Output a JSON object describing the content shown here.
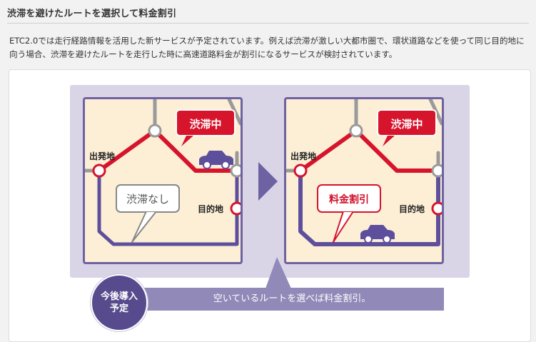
{
  "title": "渋滞を避けたルートを選択して料金割引",
  "description": "ETC2.0では走行経路情報を活用した新サービスが予定されています。例えば渋滞が激しい大都市圏で、環状道路などを使って同じ目的地に向う場合、渋滞を避けたルートを走行した時に高速道路料金が割引になるサービスが検討されています。",
  "diagram": {
    "left_map": {
      "congestion_label": "渋滞中",
      "origin_label": "出発地",
      "destination_label": "目的地",
      "bubble_label": "渋滞なし"
    },
    "right_map": {
      "congestion_label": "渋滞中",
      "origin_label": "出発地",
      "destination_label": "目的地",
      "bubble_label": "料金割引"
    },
    "badge_label": "今後導入\n予定",
    "banner_text": "空いているルートを選べば料金割引。"
  },
  "colors": {
    "congested_route": "#d6142c",
    "alt_route": "#5e4f9c",
    "map_background": "#fcefd6",
    "map_border": "#6e62a2",
    "road_gray": "#9a9a9a",
    "badge": "#574b8d",
    "banner": "#9189b8"
  }
}
